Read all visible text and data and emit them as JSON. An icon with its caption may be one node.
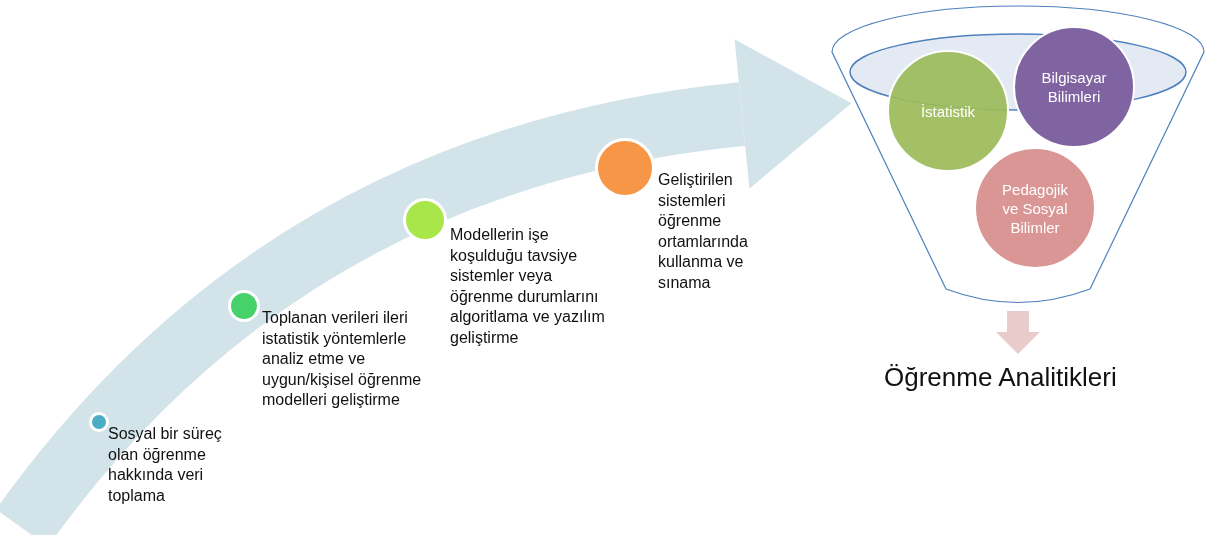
{
  "diagram": {
    "nodes": [
      {
        "text": [],
        "shape": "circle",
        "beside": [
          "Sosyal bir süreç olan öğrenme hakkında veri toplama"
        ]
      },
      {
        "text": [],
        "shape": "circle",
        "beside": [
          "Toplanan verileri ileri istatistik yöntemlerle analiz etme ve uygun/kişisel öğrenme modelleri geliştirme"
        ]
      },
      {
        "text": [],
        "shape": "circle",
        "beside": [
          "Modellerin işe koşulduğu tavsiye sistemler veya öğrenme durumlarını algoritlama ve yazılım geliştirme"
        ]
      },
      {
        "text": [],
        "shape": "circle",
        "beside": [
          "Geliştirilen sistemleri öğrenme ortamlarında kullanma ve sınama"
        ]
      },
      {
        "text": [],
        "shape": "funnel"
      },
      {
        "text": [
          "İstatistik"
        ],
        "in": 4
      },
      {
        "text": [
          "Bilgisayar Bilimleri"
        ],
        "in": 4
      },
      {
        "text": [
          "Pedagojik ve Sosyal Bilimler"
        ],
        "in": 4
      },
      {
        "text": [
          "Öğrenme Analitikleri"
        ]
      }
    ],
    "edges": [
      {
        "from": null,
        "to": 4,
        "arrow": "to",
        "style": "thick",
        "color": "#d2e3ea"
      },
      {
        "from": 4,
        "to": 8,
        "arrow": "to",
        "color": "#e8cccc"
      }
    ]
  }
}
